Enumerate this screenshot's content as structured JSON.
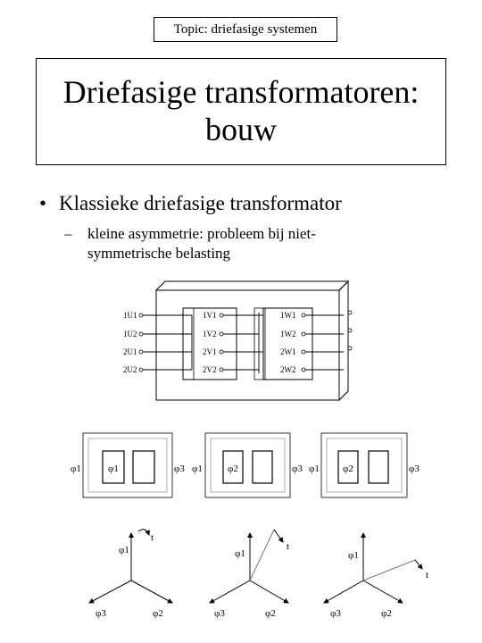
{
  "topic": "Topic: driefasige systemen",
  "title_line1": "Driefasige transformatoren:",
  "title_line2": "bouw",
  "bullet1": "Klassieke driefasige transformator",
  "bullet2_line1": "kleine asymmetrie: probleem bij niet-",
  "bullet2_line2": "symmetrische belasting",
  "transformer_labels": {
    "left": [
      "1U1",
      "1U2",
      "2U1",
      "2U2"
    ],
    "middle": [
      "1V1",
      "1V2",
      "2V1",
      "2V2"
    ],
    "right": [
      "1W1",
      "1W2",
      "2W1",
      "2W2"
    ]
  },
  "flux_diagrams": [
    {
      "left": "φ1",
      "center": "φ1",
      "right": "φ3"
    },
    {
      "left": "φ1",
      "center": "φ2",
      "right": "φ3"
    },
    {
      "left": "φ1",
      "center": "φ2",
      "right": "φ3"
    }
  ],
  "vector_diagrams": [
    {
      "top": "φ1",
      "bottom_left": "φ3",
      "bottom_right": "φ2",
      "t": "t"
    },
    {
      "top": "φ1",
      "bottom_left": "φ3",
      "bottom_right": "φ2",
      "t": "t"
    },
    {
      "top": "φ1",
      "bottom_left": "φ3",
      "bottom_right": "φ2",
      "t": "t"
    }
  ]
}
